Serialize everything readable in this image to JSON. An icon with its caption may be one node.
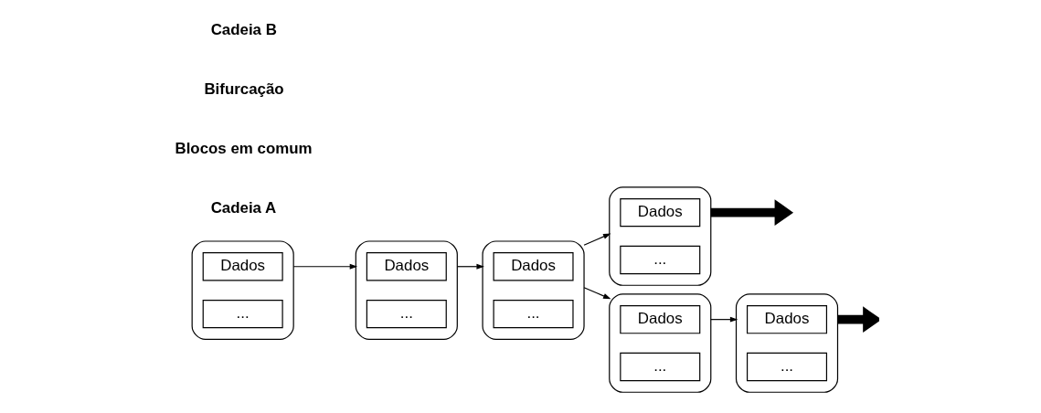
{
  "diagram": {
    "nodes": [
      {
        "text": [],
        "shape": "box"
      },
      {
        "text": [
          "Dados"
        ],
        "in": 0
      },
      {
        "text": [
          "..."
        ],
        "in": 0
      },
      {
        "text": [],
        "shape": "box"
      },
      {
        "text": [
          "Dados"
        ],
        "in": 3
      },
      {
        "text": [
          "..."
        ],
        "in": 3
      },
      {
        "text": [],
        "shape": "box"
      },
      {
        "text": [
          "Dados"
        ],
        "in": 6
      },
      {
        "text": [
          "..."
        ],
        "in": 6
      },
      {
        "text": [],
        "shape": "box"
      },
      {
        "text": [
          "Dados"
        ],
        "in": 9
      },
      {
        "text": [
          "..."
        ],
        "in": 9
      },
      {
        "text": [],
        "shape": "box"
      },
      {
        "text": [
          "Dados"
        ],
        "in": 12
      },
      {
        "text": [
          "..."
        ],
        "in": 12
      },
      {
        "text": [],
        "shape": "box"
      },
      {
        "text": [
          "Dados"
        ],
        "in": 15
      },
      {
        "text": [
          "..."
        ],
        "in": 15
      }
    ],
    "edges": [
      {
        "from": 0,
        "to": 3,
        "arrow": "to"
      },
      {
        "from": 3,
        "to": 6,
        "arrow": "to"
      },
      {
        "from": 6,
        "to": 9,
        "arrow": "to"
      },
      {
        "from": 6,
        "to": 12,
        "arrow": "to"
      },
      {
        "from": 12,
        "to": 15,
        "arrow": "to"
      },
      {
        "from": 9,
        "to": null,
        "arrow": "to",
        "style": "thick"
      },
      {
        "from": 15,
        "to": null,
        "arrow": "to",
        "style": "thick"
      }
    ],
    "labels": [
      "Cadeia A",
      "Blocos em comum",
      "Bifurcação",
      "Cadeia B"
    ]
  }
}
